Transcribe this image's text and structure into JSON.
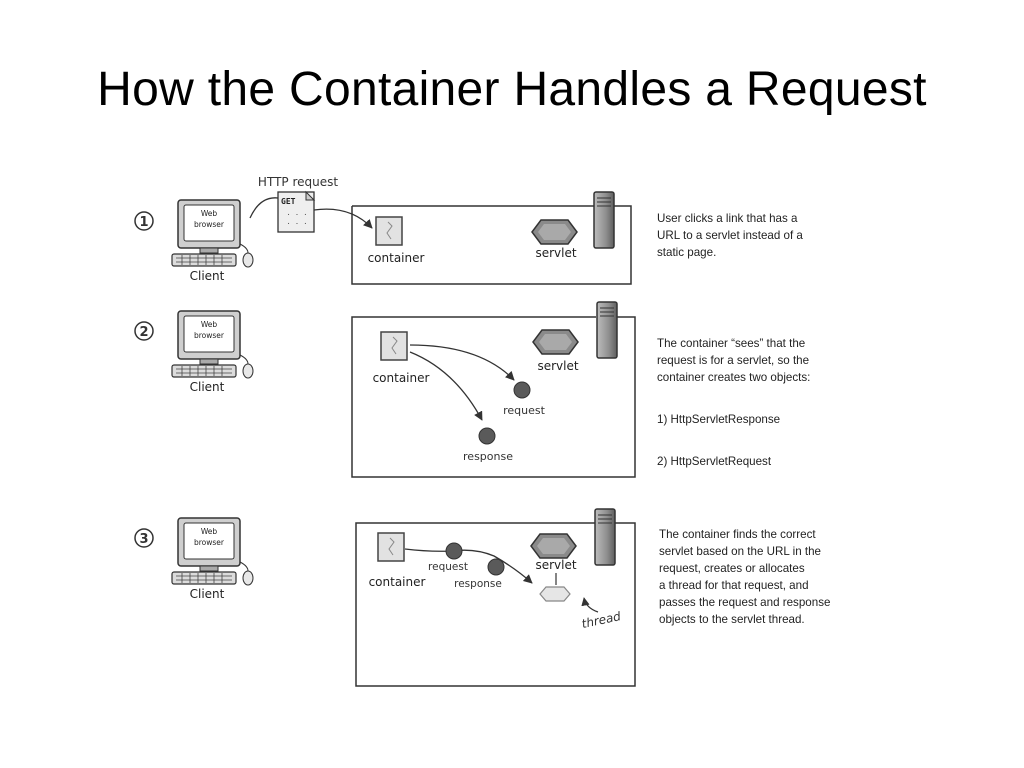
{
  "slide": {
    "title": "How the Container Handles a Request"
  },
  "labels": {
    "http_request": "HTTP request",
    "get": "GET",
    "get_dots": ". . .\n. . .",
    "web": "Web",
    "browser": "browser",
    "client": "Client",
    "container": "container",
    "servlet": "servlet",
    "request": "request",
    "response": "response",
    "thread": "thread"
  },
  "steps": [
    {
      "number": "1",
      "text": "User clicks a link that has a\nURL to a servlet instead of a\nstatic page."
    },
    {
      "number": "2",
      "text": "The container “sees” that the\nrequest is for a servlet, so the\ncontainer creates two objects:",
      "items": [
        "1) HttpServletResponse",
        "2) HttpServletRequest"
      ]
    },
    {
      "number": "3",
      "text": "The container finds the correct\nservlet based on the URL in the\nrequest, creates or allocates\na thread for that request, and\npasses the request and response\nobjects to the servlet thread."
    }
  ],
  "colors": {
    "object_fill": "#5a5a5a",
    "servlet_fill": "#8a8a8a",
    "thread_fill": "#e6e6e6"
  }
}
